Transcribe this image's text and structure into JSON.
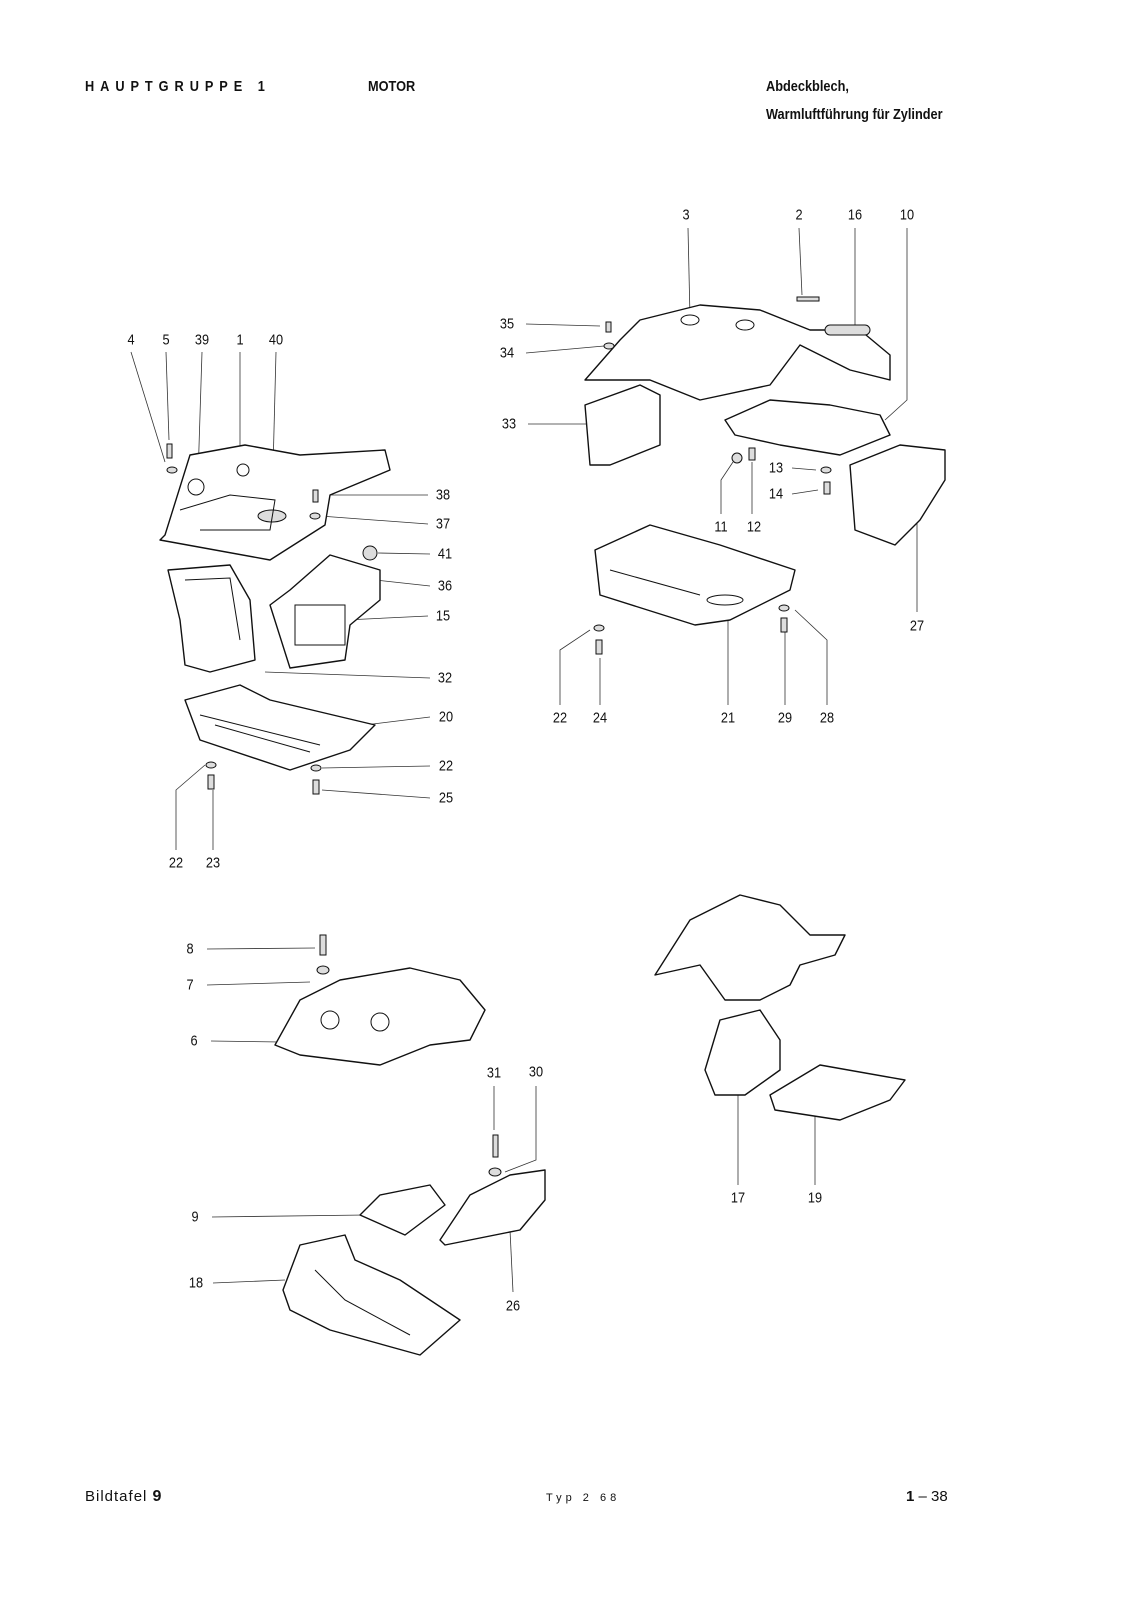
{
  "header": {
    "group": "HAUPTGRUPPE 1",
    "section": "MOTOR",
    "title_line1": "Abdeckblech,",
    "title_line2": "Warmluftführung für Zylinder"
  },
  "callouts": [
    "4",
    "5",
    "39",
    "1",
    "40",
    "38",
    "37",
    "41",
    "36",
    "15",
    "32",
    "20",
    "22",
    "25",
    "22",
    "23",
    "3",
    "2",
    "16",
    "10",
    "35",
    "34",
    "33",
    "13",
    "14",
    "11",
    "12",
    "27",
    "22",
    "24",
    "21",
    "29",
    "28",
    "8",
    "7",
    "6",
    "31",
    "30",
    "9",
    "18",
    "26",
    "17",
    "19"
  ],
  "footer": {
    "plate_label": "Bildtafel",
    "plate_number": "9",
    "type": "Typ 2 68",
    "page_group": "1",
    "page_number": "38"
  }
}
